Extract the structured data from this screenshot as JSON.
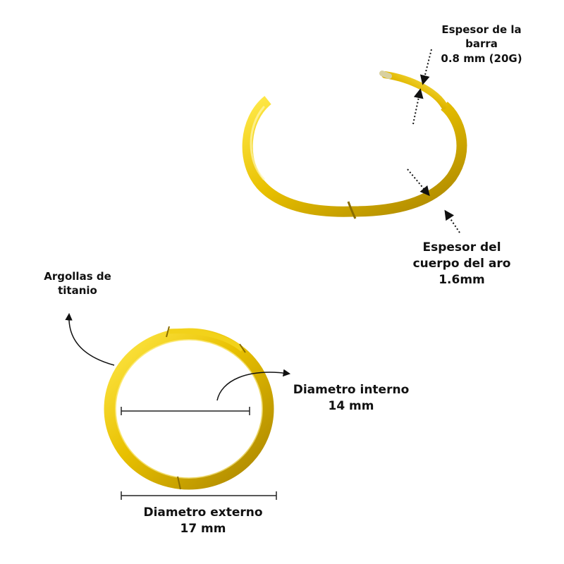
{
  "colors": {
    "gold": "#e8c000",
    "gold_light": "#ffe94a",
    "gold_dark": "#a88300",
    "line": "#111111"
  },
  "labels": {
    "bar_thickness": {
      "line1": "Espesor de la",
      "line2": "barra",
      "line3": "0.8 mm (20G)"
    },
    "body_thickness": {
      "line1": "Espesor del",
      "line2": "cuerpo del aro",
      "line3": "1.6mm"
    },
    "material": {
      "line1": "Argollas de",
      "line2": "titanio"
    },
    "inner_diameter": {
      "line1": "Diametro interno",
      "line2": "14 mm"
    },
    "outer_diameter": {
      "line1": "Diametro externo",
      "line2": "17 mm"
    }
  },
  "icons": {
    "open_ring": "open-hinged-hoop-ring",
    "closed_ring": "closed-hinged-hoop-ring"
  }
}
